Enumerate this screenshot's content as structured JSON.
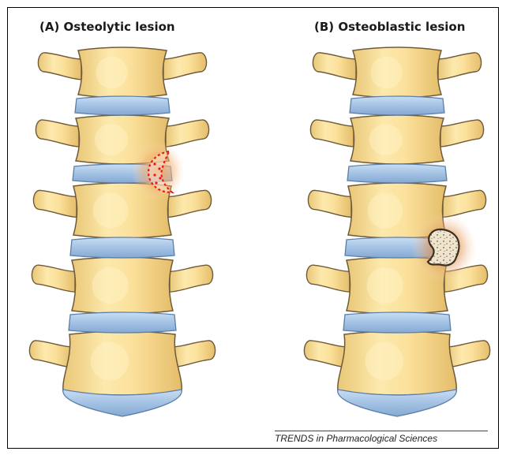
{
  "figure": {
    "panels": [
      {
        "label": "(A)  Osteolytic lesion",
        "lesion_type": "osteolytic"
      },
      {
        "label": "(B)  Osteoblastic lesion",
        "lesion_type": "osteoblastic"
      }
    ],
    "credit": "TRENDS in Pharmacological Sciences",
    "colors": {
      "bone_fill": "#f8dc96",
      "bone_highlight": "#fff3c8",
      "bone_outline": "#6e5a3a",
      "disc_fill": "#a9c8e8",
      "disc_outline": "#5a7fa8",
      "lytic_marker": "#e8191a",
      "lytic_glow": "#f28a2e",
      "blastic_glow": "#d9822b",
      "blastic_fill": "#e9dcc0"
    }
  }
}
